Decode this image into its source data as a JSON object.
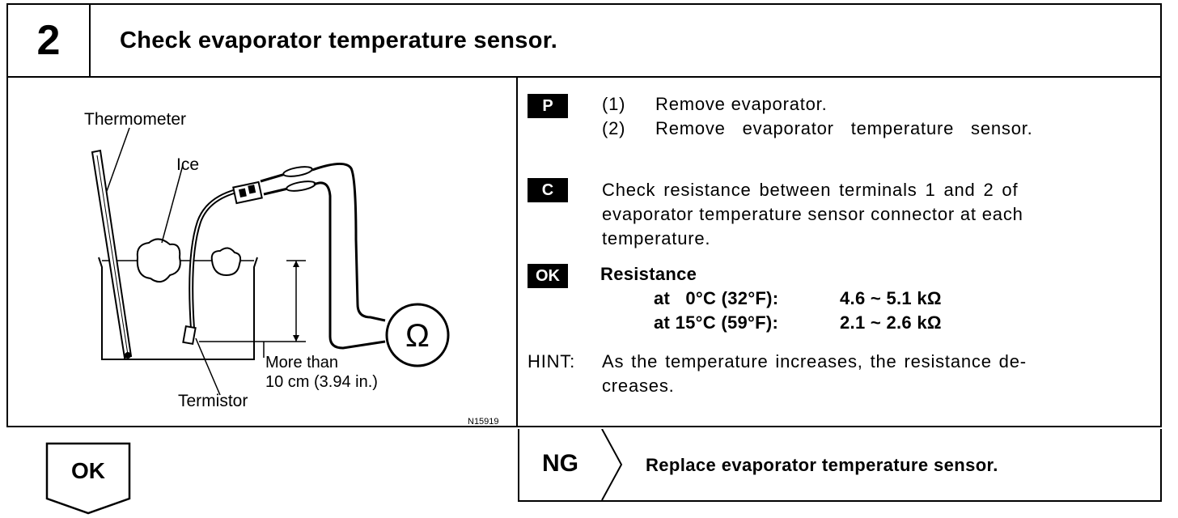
{
  "header": {
    "step_number": "2",
    "title": "Check evaporator temperature sensor."
  },
  "diagram": {
    "labels": {
      "thermometer": "Thermometer",
      "ice": "Ice",
      "ohm_symbol": "Ω",
      "depth_line1": "More than",
      "depth_line2": "10 cm (3.94 in.)",
      "termistor": "Termistor",
      "figure_id": "N15919"
    }
  },
  "procedure": {
    "prep_tag": "P",
    "prep_steps": [
      {
        "num": "(1)",
        "text": "Remove evaporator."
      },
      {
        "num": "(2)",
        "text": "Remove evaporator temperature sensor."
      }
    ],
    "check_tag": "C",
    "check_lines": [
      "Check resistance between terminals 1 and 2 of",
      "evaporator temperature sensor connector at each",
      "temperature."
    ],
    "ok_tag": "OK",
    "spec": {
      "heading": "Resistance",
      "rows": [
        {
          "condition": "at   0°C (32°F):",
          "value": "4.6 ~ 5.1 kΩ"
        },
        {
          "condition": "at 15°C (59°F):",
          "value": "2.1 ~ 2.6 kΩ"
        }
      ]
    },
    "hint_label": "HINT:",
    "hint_lines": [
      "As the temperature increases, the resistance de-",
      "creases."
    ]
  },
  "result": {
    "ok_label": "OK",
    "ng_label": "NG",
    "ng_action": "Replace evaporator temperature sensor."
  }
}
